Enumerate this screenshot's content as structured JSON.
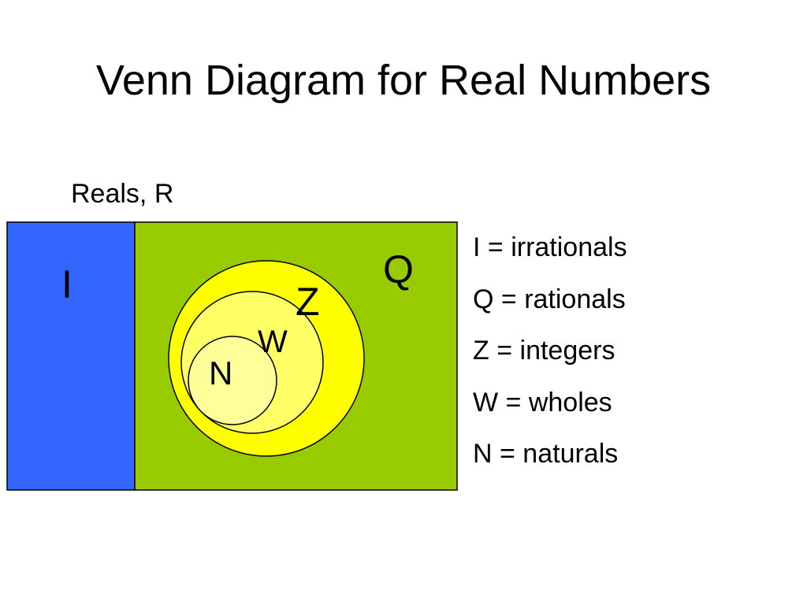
{
  "slide": {
    "title": "Venn Diagram for Real Numbers",
    "universe_label": "Reals, R"
  },
  "sets": [
    {
      "id": "I",
      "label": "I",
      "color": "#3366ff"
    },
    {
      "id": "Q",
      "label": "Q",
      "color": "#99cc00"
    },
    {
      "id": "Z",
      "label": "Z",
      "color": "#ffff00"
    },
    {
      "id": "W",
      "label": "W",
      "color": "#ffff66"
    },
    {
      "id": "N",
      "label": "N",
      "color": "#ffff99"
    }
  ],
  "legend": [
    {
      "text": "I = irrationals"
    },
    {
      "text": "Q = rationals"
    },
    {
      "text": "Z = integers"
    },
    {
      "text": "W = wholes"
    },
    {
      "text": "N = naturals"
    }
  ]
}
